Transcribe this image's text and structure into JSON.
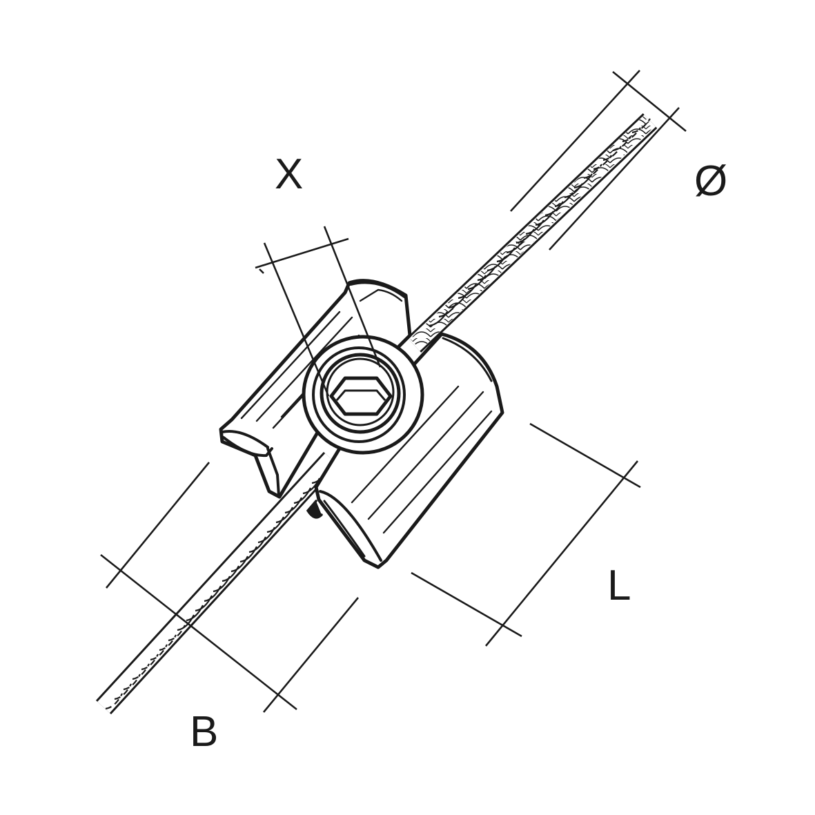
{
  "labels": {
    "x": "X",
    "diameter": "Ø",
    "length": "L",
    "width": "B"
  },
  "colors": {
    "stroke": "#1a1a1a",
    "background": "#ffffff"
  }
}
